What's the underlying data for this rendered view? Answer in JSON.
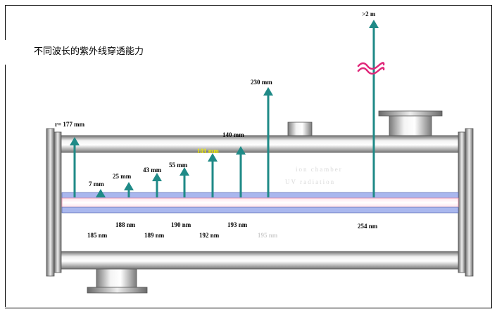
{
  "title": "不同波长的紫外线穿透能力",
  "arrow_color": "#1f8a87",
  "break_color": "#e0287a",
  "penetration_arrows": [
    {
      "label": "r= 177 mm",
      "highlight": false
    },
    {
      "label": "7 mm",
      "highlight": false
    },
    {
      "label": "25 mm",
      "highlight": false
    },
    {
      "label": "43 mm",
      "highlight": false
    },
    {
      "label": "55 mm",
      "highlight": false
    },
    {
      "label": "101 mm",
      "highlight": true
    },
    {
      "label": "140 mm",
      "highlight": false
    },
    {
      "label": "230 mm",
      "highlight": false
    },
    {
      "label": ">2 m",
      "highlight": false
    }
  ],
  "wavelengths": {
    "w185": "185 nm",
    "w188": "188 nm",
    "w189": "189 nm",
    "w190": "190 nm",
    "w192": "192 nm",
    "w193": "193 nm",
    "w195": "195 nm",
    "w254": "254 nm"
  },
  "ghost_text": {
    "line1": "ion chamber",
    "line2": "UV radiation"
  }
}
